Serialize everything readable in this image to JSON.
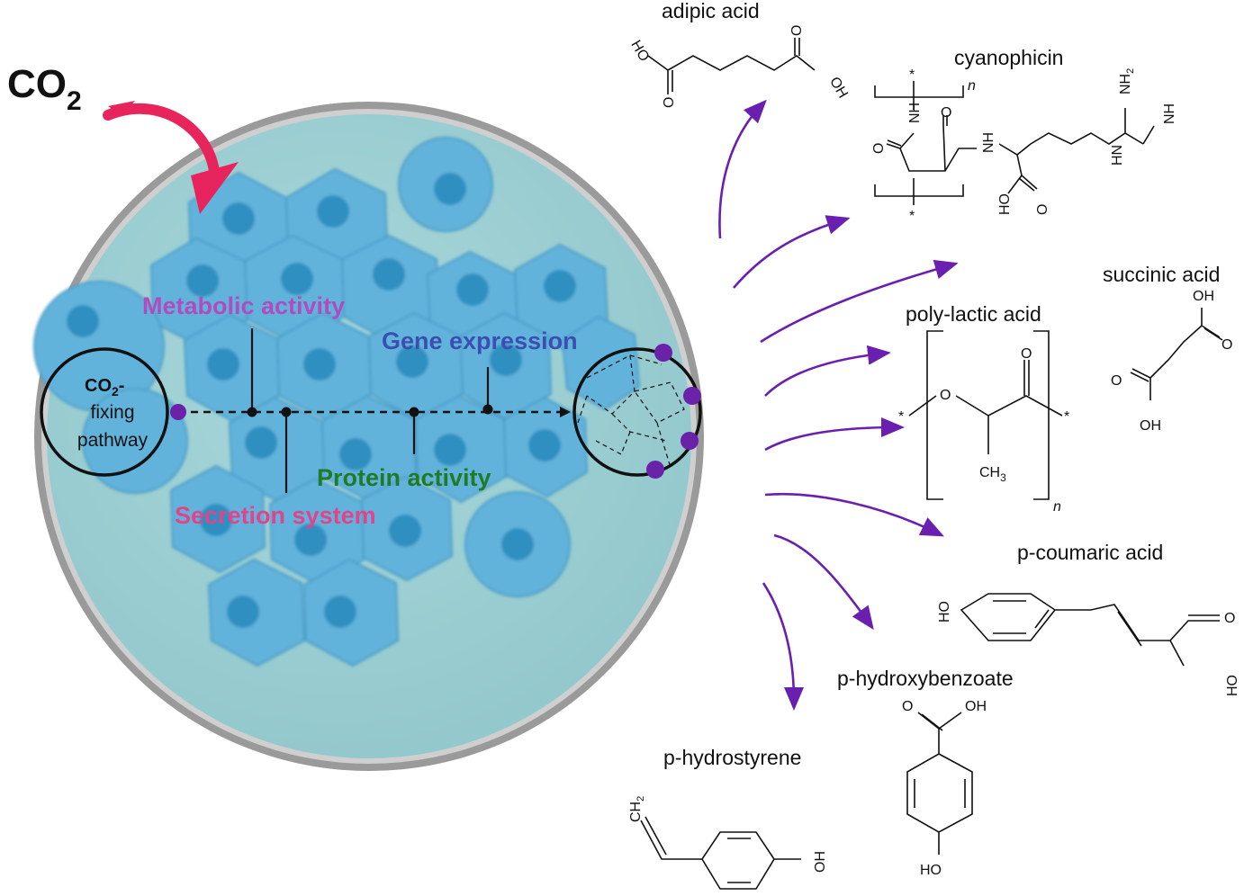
{
  "colors": {
    "dish_fill": "#9fd0d4",
    "dish_rim": "#8e8e8e",
    "cell_fill": "#62b3dc",
    "cell_nucleus": "#2f8fc0",
    "co2_arrow": "#e8245c",
    "pathway_dot": "#6a22a8",
    "product_arrow": "#6a1fb0",
    "metabolic_label": "#b04bc0",
    "gene_label": "#3a4fb0",
    "protein_label": "#1f7a2a",
    "secretion_label": "#e0448a"
  },
  "co2_main": {
    "base": "CO",
    "sub": "2"
  },
  "pathway": {
    "co2_line": {
      "base": "CO",
      "sub": "2",
      "suffix": "-"
    },
    "line2": "fixing",
    "line3": "pathway"
  },
  "regulation_labels": {
    "metabolic": "Metabolic activity",
    "gene": "Gene expression",
    "protein": "Protein activity",
    "secretion": "Secretion system"
  },
  "products": {
    "adipic_acid": "adipic acid",
    "cyanophicin": "cyanophicin",
    "succinic_acid": "succinic acid",
    "poly_lactic_acid": "poly-lactic acid",
    "p_coumaric_acid": "p-coumaric acid",
    "p_hydroxybenzoate": "p-hydroxybenzoate",
    "p_hydrostyrene": "p-hydrostyrene"
  },
  "atoms": {
    "HO": "HO",
    "OH": "OH",
    "O": "O",
    "NH": "NH",
    "HN": "HN",
    "NH2_base": "NH",
    "NH2_sub": "2",
    "CH3_base": "CH",
    "CH3_sub": "3",
    "CH2_base": "CH",
    "CH2_sub": "2",
    "star": "*",
    "n": "n"
  }
}
